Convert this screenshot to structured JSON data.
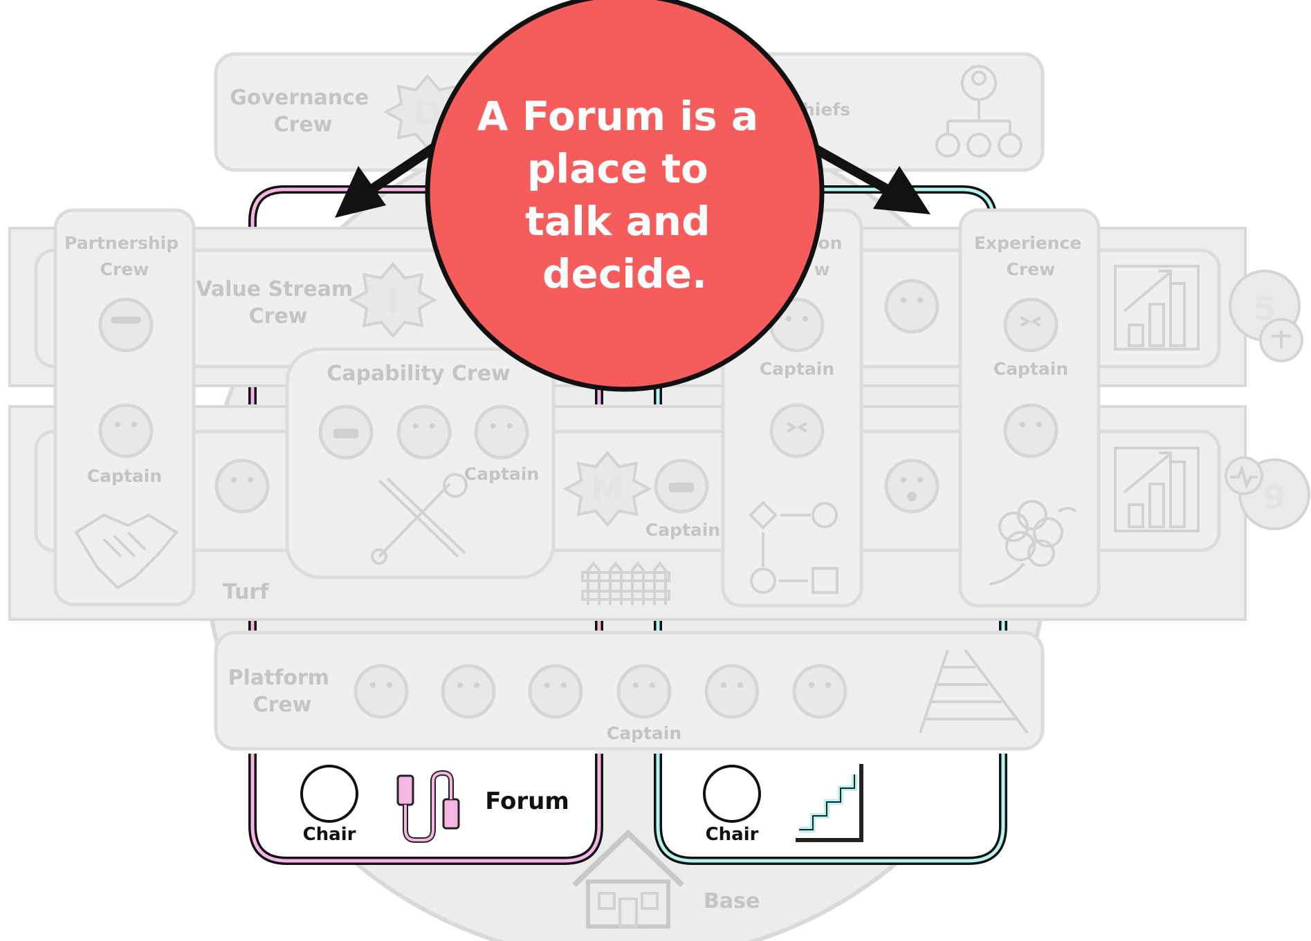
{
  "callout": {
    "lines": [
      "A Forum is a",
      "place to",
      "talk and",
      "decide."
    ],
    "color": "#f65c5c"
  },
  "crews": {
    "governance": [
      "Governance",
      "Crew"
    ],
    "chiefs_partial": "hiefs",
    "partnership": [
      "Partnership",
      "Crew"
    ],
    "value_stream": [
      "Value Stream",
      "Crew"
    ],
    "capability": "Capability Crew",
    "enabling_partial": [
      "ion",
      "w"
    ],
    "experience": [
      "Experience",
      "Crew"
    ],
    "platform": [
      "Platform",
      "Crew"
    ]
  },
  "labels": {
    "captain": "Captain",
    "turf": "Turf",
    "base": "Base"
  },
  "badges": {
    "governance": "D",
    "value_stream": "I",
    "platform_mid": "M",
    "round_top": "5",
    "round_bottom": "9"
  },
  "forums": {
    "left": {
      "chair": "Chair",
      "title": "Forum",
      "color": "#f5b6e4"
    },
    "right": {
      "chair": "Chair",
      "color": "#b6f4f2"
    }
  },
  "icons": [
    "org-chart-icon",
    "handshake-icon",
    "tools-icon",
    "fence-icon",
    "railroad-icon",
    "flowchart-icon",
    "flower-icon",
    "bar-chart-icon",
    "cable-icon",
    "stairs-icon",
    "house-icon",
    "scales-icon",
    "pulse-icon"
  ]
}
